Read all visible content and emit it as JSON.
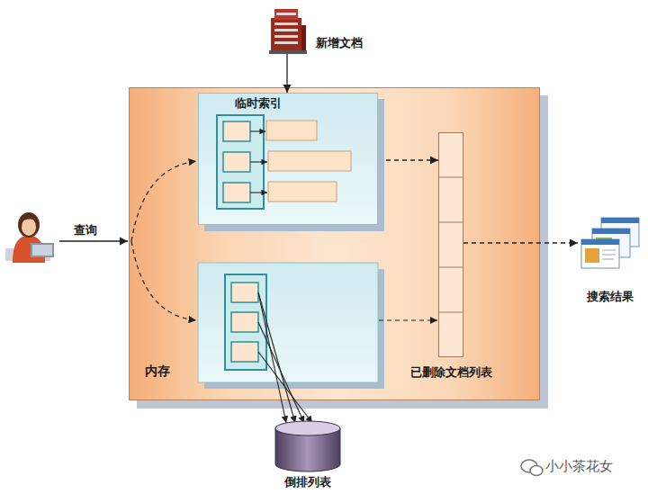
{
  "diagram": {
    "nodes": [
      {
        "text": [
          "新增文档"
        ]
      },
      {
        "text": [
          "内存"
        ]
      },
      {
        "text": [
          "临时索引"
        ],
        "in": 1
      },
      {
        "text": [
          "已删除文档列表"
        ],
        "in": 1
      },
      {
        "text": [
          "倒排列表"
        ]
      },
      {
        "text": [
          "搜索结果"
        ]
      }
    ],
    "edges": [
      {
        "from": 0,
        "to": 2,
        "arrow": "to"
      },
      {
        "from": 2,
        "to": 3,
        "arrow": "to"
      },
      {
        "from": 3,
        "to": 5,
        "arrow": "to"
      }
    ],
    "labels": [
      "查询",
      "小小茶花女"
    ]
  }
}
